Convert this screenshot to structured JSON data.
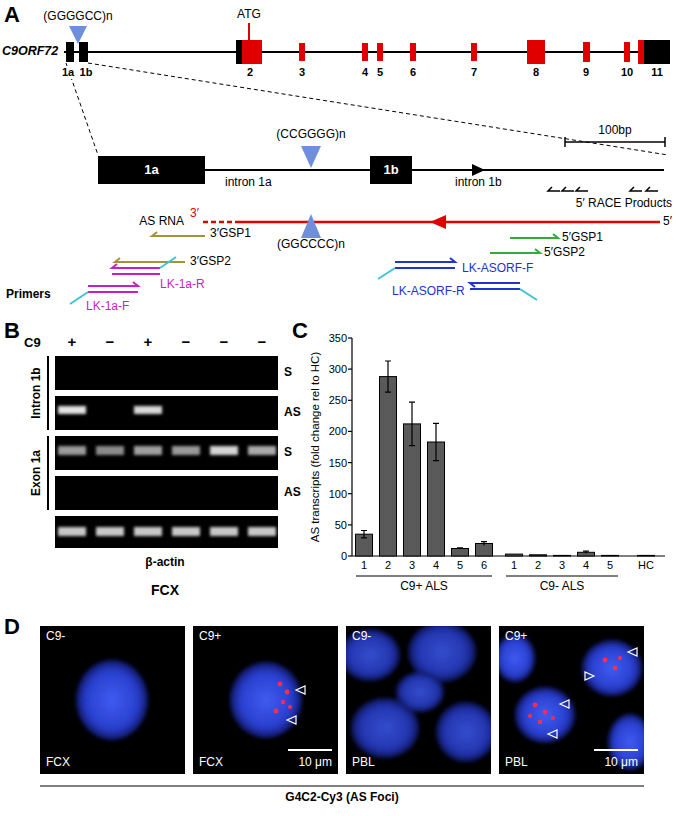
{
  "diagram": {
    "nodes": [
      {
        "text": [
          "1a"
        ]
      },
      {
        "text": [
          "1b"
        ]
      },
      {
        "text": [
          "C9-",
          "FCX"
        ]
      },
      {
        "text": [
          "C9+",
          "FCX",
          "10 μm"
        ]
      },
      {
        "text": [
          "C9-",
          "PBL"
        ]
      },
      {
        "text": [
          "C9+",
          "PBL",
          "10 μm"
        ]
      }
    ],
    "edges": [
      {
        "from": 0,
        "to": 1,
        "arrow": "none"
      }
    ],
    "labels": [
      "A",
      "(GGGGCC)n",
      "ATG",
      "C9ORF72",
      "1a",
      "1b",
      "2",
      "3",
      "4",
      "5",
      "6",
      "7",
      "8",
      "9",
      "10",
      "11",
      "(CCGGGG)n",
      "intron 1a",
      "intron 1b",
      "100bp",
      "5′ RACE Products",
      "AS RNA",
      "3′",
      "5′",
      "(GGCCCC)n",
      "3′GSP1",
      "5′GSP1",
      "5′GSP2",
      "3′GSP2",
      "Primers",
      "LK-1a-R",
      "LK-1a-F",
      "LK-ASORF-F",
      "LK-ASORF-R",
      "B",
      "C9",
      "+",
      "−",
      "+",
      "−",
      "−",
      "−",
      "Intron 1b",
      "Exon 1a",
      "S",
      "AS",
      "S",
      "AS",
      "β-actin",
      "FCX",
      "C",
      "AS transcripts (fold change rel to HC)",
      "350",
      "300",
      "250",
      "200",
      "150",
      "100",
      "50",
      "0",
      "1",
      "2",
      "3",
      "4",
      "5",
      "6",
      "1",
      "2",
      "3",
      "4",
      "5",
      "HC",
      "C9+ ALS",
      "C9- ALS",
      "D",
      "G4C2-Cy3 (AS Foci)"
    ]
  }
}
